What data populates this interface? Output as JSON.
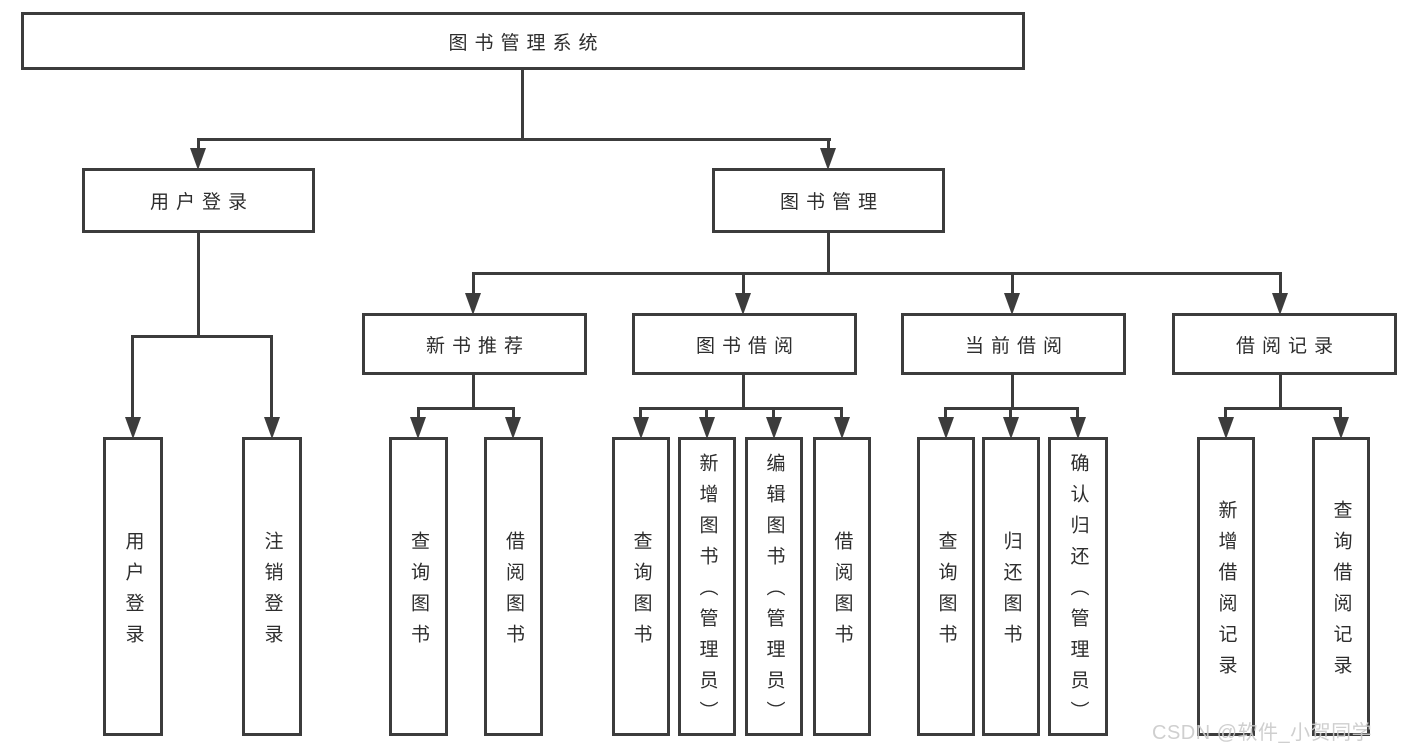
{
  "diagram": {
    "title": "图书管理系统",
    "level2": {
      "user_login": "用户登录",
      "book_mgmt": "图书管理"
    },
    "level3": {
      "new_book_rec": "新书推荐",
      "book_borrow": "图书借阅",
      "current_borrow": "当前借阅",
      "borrow_records": "借阅记录"
    },
    "leaves": {
      "user_login": "用户登录",
      "logout": "注销登录",
      "rec_query": "查询图书",
      "rec_borrow": "借阅图书",
      "bb_query": "查询图书",
      "bb_add": "新增图书（管理员）",
      "bb_edit": "编辑图书（管理员）",
      "bb_borrow": "借阅图书",
      "cb_query": "查询图书",
      "cb_return": "归还图书",
      "cb_confirm": "确认归还（管理员）",
      "br_add": "新增借阅记录",
      "br_query": "查询借阅记录"
    }
  },
  "watermark": "CSDN @软件_小贺同学",
  "colors": {
    "background": "#ffffff",
    "line": "#3c3c3c",
    "text": "#2d2d2d",
    "watermark": "#cbcbcb"
  }
}
